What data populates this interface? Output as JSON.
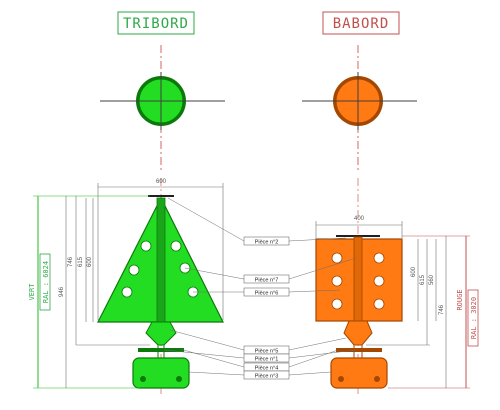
{
  "titles": {
    "starboard": "TRIBORD",
    "port": "BABORD"
  },
  "colors": {
    "green": "#22dd22",
    "green_dark": "#0b7a0b",
    "orange": "#ff7a12",
    "orange_dark": "#a44700",
    "title_green": "#2fa84a",
    "title_red": "#c0504d",
    "line": "#606060",
    "axis": "#d04040"
  },
  "starboard_dims": {
    "width": "600",
    "h1": "746",
    "h2": "615",
    "h3": "600",
    "total": "946",
    "color_name": "VERT",
    "ral": "RAL : 6024"
  },
  "port_dims": {
    "width": "400",
    "h1": "600",
    "h2": "615",
    "h3": "560",
    "total": "746",
    "color_name": "ROUGE",
    "ral": "RAL : 3020"
  },
  "parts": {
    "p2": "Pièce n°2",
    "p7": "Pièce n°7",
    "p6": "Pièce n°6",
    "p5": "Pièce n°5",
    "p1": "Pièce n°1",
    "p4": "Pièce n°4",
    "p3": "Pièce n°3"
  },
  "icons": {
    "starboard_top": "round-buoy-top-view-icon",
    "port_top": "round-buoy-top-view-icon"
  }
}
